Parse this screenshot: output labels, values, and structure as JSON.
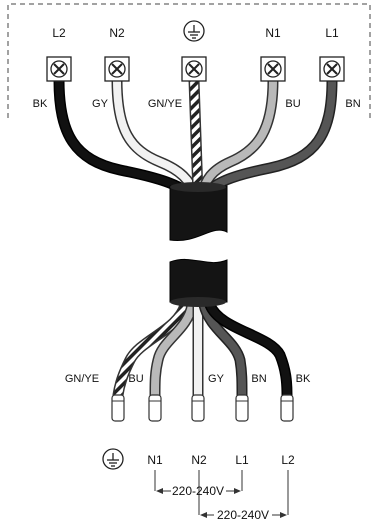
{
  "terminal_block": {
    "terminals": [
      {
        "id": "L2",
        "label": "L2"
      },
      {
        "id": "N2",
        "label": "N2"
      },
      {
        "id": "earth",
        "label": ""
      },
      {
        "id": "N1",
        "label": "N1"
      },
      {
        "id": "L1",
        "label": "L1"
      }
    ],
    "wire_codes": [
      "BK",
      "GY",
      "GN/YE",
      "BU",
      "BN"
    ]
  },
  "cable_ends": {
    "wire_codes": [
      "GN/YE",
      "BU",
      "GY",
      "BN",
      "BK"
    ]
  },
  "connection_legend": {
    "labels": [
      "N1",
      "N2",
      "L1",
      "L2"
    ],
    "voltage_1": "220-240V",
    "voltage_2": "220-240V"
  },
  "colors": {
    "BK": "#111111",
    "GY": "#e8e8e8",
    "BU": "#b9b9b9",
    "BN": "#555555",
    "GN/YE": "#dddddd"
  }
}
